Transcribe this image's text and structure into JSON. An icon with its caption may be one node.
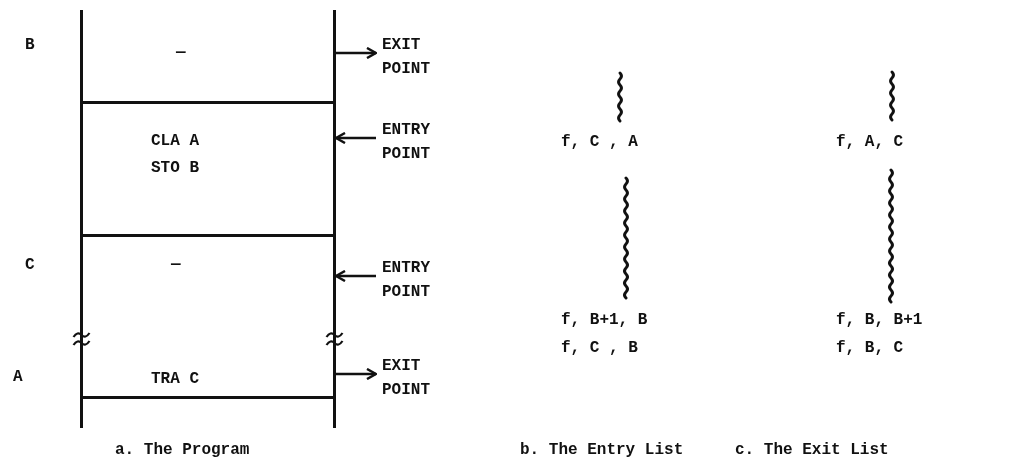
{
  "diagram": {
    "nodes": [
      {
        "text": [
          "—"
        ],
        "beside": [
          "B"
        ]
      },
      {
        "text": [
          "CLA A",
          "STO B"
        ]
      },
      {
        "text": [
          "—"
        ],
        "beside": [
          "C"
        ]
      },
      {
        "text": [
          "TRA C"
        ],
        "beside": [
          "A"
        ]
      },
      {
        "text": [
          "EXIT POINT"
        ]
      },
      {
        "text": [
          "ENTRY POINT"
        ]
      },
      {
        "text": [
          "ENTRY POINT"
        ]
      },
      {
        "text": [
          "EXIT POINT"
        ]
      }
    ],
    "edges": [
      {
        "from": 0,
        "to": 4,
        "arrow": "to"
      },
      {
        "from": 5,
        "to": 1,
        "arrow": "to"
      },
      {
        "from": 6,
        "to": 2,
        "arrow": "to"
      },
      {
        "from": 3,
        "to": 7,
        "arrow": "to"
      }
    ],
    "labels": [
      "f, C , A",
      "f, A, C",
      "f, B+1, B",
      "f, B, B+1",
      "f, C , B",
      "f, B, C",
      "a. The Program",
      "b. The Entry List",
      "c. The Exit List"
    ]
  }
}
